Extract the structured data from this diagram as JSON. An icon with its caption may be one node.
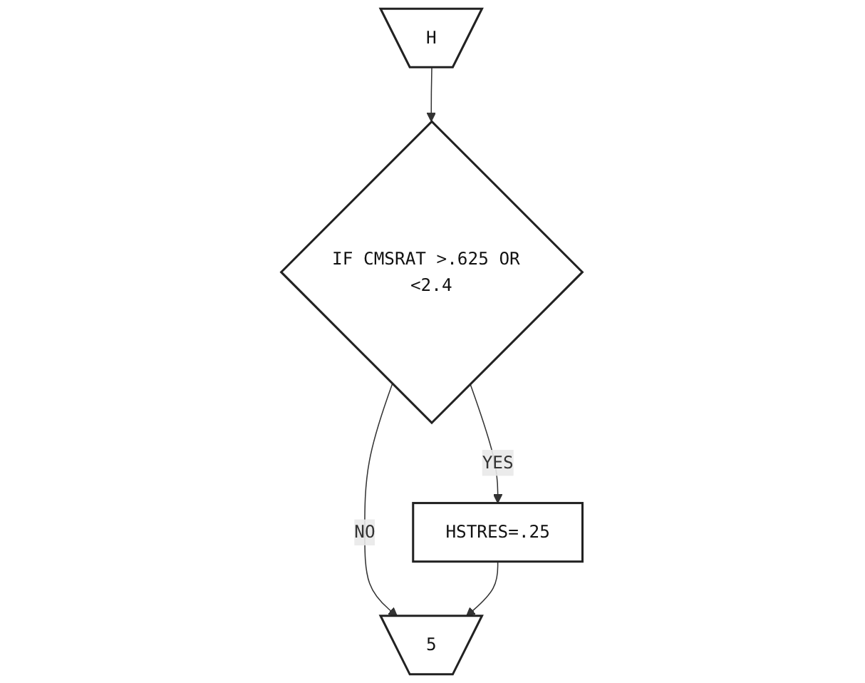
{
  "diagram": {
    "nodes": [
      {
        "text": [
          "H"
        ]
      },
      {
        "text": [
          "IF CMSRAT >.625 OR <2.4"
        ]
      },
      {
        "text": [
          "HSTRES=.25"
        ]
      },
      {
        "text": [
          "5"
        ]
      }
    ],
    "edges": [
      {
        "from": 0,
        "to": 1,
        "arrow": "to"
      },
      {
        "from": 1,
        "to": 2,
        "arrow": "to",
        "label": "YES"
      },
      {
        "from": 1,
        "to": 3,
        "arrow": "to",
        "label": "NO"
      },
      {
        "from": 2,
        "to": 3,
        "arrow": "to"
      }
    ]
  }
}
